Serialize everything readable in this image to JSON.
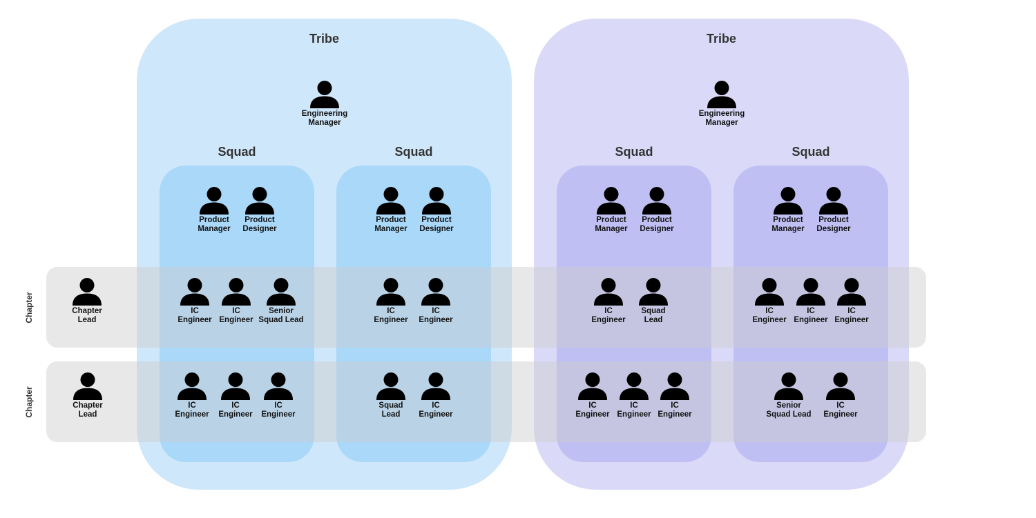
{
  "colors": {
    "tribe_1": "#cfe7fa",
    "tribe_2": "#dadaf8",
    "squad_1": "#a9d8f9",
    "squad_2": "#c0bff3",
    "chapter": "#cdcdcd",
    "person_icon": "#000000"
  },
  "icon_name": "person-icon",
  "tribes": [
    {
      "title": "Tribe",
      "manager": "Engineering\nManager",
      "squads": [
        {
          "title": "Squad",
          "leads": [
            "Product\nManager",
            "Product\nDesigner"
          ]
        },
        {
          "title": "Squad",
          "leads": [
            "Product\nManager",
            "Product\nDesigner"
          ]
        }
      ]
    },
    {
      "title": "Tribe",
      "manager": "Engineering\nManager",
      "squads": [
        {
          "title": "Squad",
          "leads": [
            "Product\nManager",
            "Product\nDesigner"
          ]
        },
        {
          "title": "Squad",
          "leads": [
            "Product\nManager",
            "Product\nDesigner"
          ]
        }
      ]
    }
  ],
  "chapters": [
    {
      "label": "Chapter",
      "lead": "Chapter\nLead",
      "members": [
        [
          "IC\nEngineer",
          "IC\nEngineer",
          "Senior\nSquad Lead"
        ],
        [
          "IC\nEngineer",
          "IC\nEngineer"
        ],
        [
          "IC\nEngineer",
          "Squad\nLead"
        ],
        [
          "IC\nEngineer",
          "IC\nEngineer",
          "IC\nEngineer"
        ]
      ]
    },
    {
      "label": "Chapter",
      "lead": "Chapter\nLead",
      "members": [
        [
          "IC\nEngineer",
          "IC\nEngineer",
          "IC\nEngineer"
        ],
        [
          "Squad\nLead",
          "IC\nEngineer"
        ],
        [
          "IC\nEngineer",
          "IC\nEngineer",
          "IC\nEngineer"
        ],
        [
          "Senior\nSquad Lead",
          "IC\nEngineer"
        ]
      ]
    }
  ]
}
